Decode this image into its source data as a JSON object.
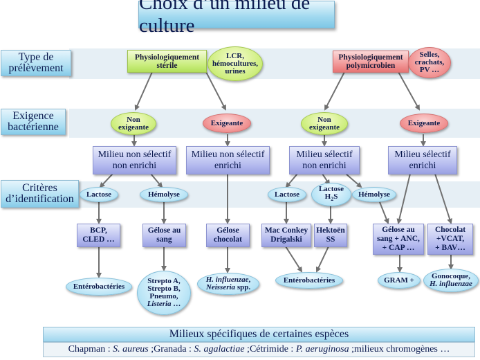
{
  "title": "Choix d’un milieu de culture",
  "rows": {
    "prelevement": {
      "label_line1": "Type de",
      "label_line2": "prélèvement"
    },
    "exigence": {
      "label_line1": "Exigence",
      "label_line2": "bactérienne"
    },
    "criteres": {
      "label_line1": "Critères",
      "label_line2": "d’identification"
    }
  },
  "prelevement": {
    "sterile": {
      "line1": "Physiologiquement",
      "line2": "stérile",
      "examples": [
        "LCR,",
        "hémocultures,",
        "urines"
      ],
      "color": "#c7ec7a"
    },
    "polymicrobien": {
      "line1": "Physiologiquement",
      "line2": "polymicrobien",
      "examples": [
        "Selles,",
        "crachats,",
        "PV …"
      ],
      "color": "#f09090"
    }
  },
  "exigence": [
    {
      "line1": "Non",
      "line2": "exigeante",
      "color": "#cdee7c"
    },
    {
      "line1": "Exigeante",
      "line2": "",
      "color": "#f08f8f"
    },
    {
      "line1": "Non",
      "line2": "exigeante",
      "color": "#cdee7c"
    },
    {
      "line1": "Exigeante",
      "line2": "",
      "color": "#f08f8f"
    }
  ],
  "milieux": [
    {
      "line1": "Milieu non sélectif",
      "line2": "non enrichi"
    },
    {
      "line1": "Milieu non sélectif",
      "line2": "enrichi"
    },
    {
      "line1": "Milieu sélectif",
      "line2": "non enrichi"
    },
    {
      "line1": "Milieu sélectif",
      "line2": "enrichi"
    }
  ],
  "criteres": [
    {
      "text": "Lactose"
    },
    {
      "text": "Hémolyse"
    },
    {
      "text": "Lactose"
    },
    {
      "line1": "Lactose",
      "line2_main": "H",
      "line2_sub": "2",
      "line2_end": "S"
    },
    {
      "text": "Hémolyse"
    }
  ],
  "geloses": [
    {
      "line1": "BCP,",
      "line2": "CLED …"
    },
    {
      "line1": "Gélose au",
      "line2": "sang"
    },
    {
      "line1": "Gélose",
      "line2": "chocolat"
    },
    {
      "line1": "Mac Conkey",
      "line2": "Drigalski"
    },
    {
      "line1": "Hektoën",
      "line2": "SS"
    },
    {
      "line1": "Gélose au",
      "line2": "sang + ANC,",
      "line3": "+ CAP …"
    },
    {
      "line1": "Chocolat",
      "line2": "+VCAT,",
      "line3": "+ BAV…"
    }
  ],
  "bacteries": [
    {
      "text": "Entérobactéries"
    },
    {
      "line1": "Strepto A,",
      "line2": "Strepto B,",
      "line3": "Pneumo,",
      "line4_italic": "Listeria",
      "line4_end": " …"
    },
    {
      "line1_italic": "H. influenzae",
      "line1_end": ",",
      "line2_italic": "Neisseria",
      "line2_end": " spp."
    },
    {
      "text": "Entérobactéries"
    },
    {
      "text": "GRAM +"
    },
    {
      "line1": "Gonocoque,",
      "line2_italic": "H. influenzae"
    }
  ],
  "specifiques": {
    "header": "Milieux spécifiques de certaines espèces",
    "items": [
      {
        "name": "Chapman : ",
        "species": "S. aureus",
        "sep": " ; "
      },
      {
        "name": "Granada : ",
        "species": "S. agalactiae",
        "sep": " ; "
      },
      {
        "name": "Cétrimide : ",
        "species": "P. aeruginosa",
        "sep": " ; "
      },
      {
        "name": "milieux chromogènes …",
        "species": "",
        "sep": ""
      }
    ]
  }
}
